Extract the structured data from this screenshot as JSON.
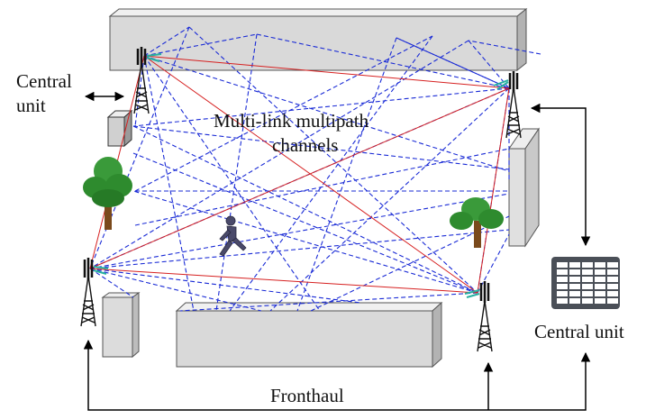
{
  "labels": {
    "central_unit_left_line1": "Central",
    "central_unit_left_line2": "unit",
    "channels_line1": "Multi-link multipath",
    "channels_line2": "channels",
    "central_unit_right": "Central unit",
    "fronthaul": "Fronthaul"
  },
  "colors": {
    "direct_link": "#d62020",
    "multipath_link": "#1a2bd6",
    "building_fill": "#d9d9d9",
    "building_side": "#b3b3b3",
    "tree_foliage": "#2e8b2e",
    "tree_trunk": "#7a4a1c",
    "server": "#4a4f57",
    "arrow": "#000000"
  },
  "icons": [
    "antenna-tower-icon",
    "tree-icon",
    "building-block-icon",
    "pedestrian-icon",
    "server-rack-icon",
    "arrow-icon"
  ]
}
